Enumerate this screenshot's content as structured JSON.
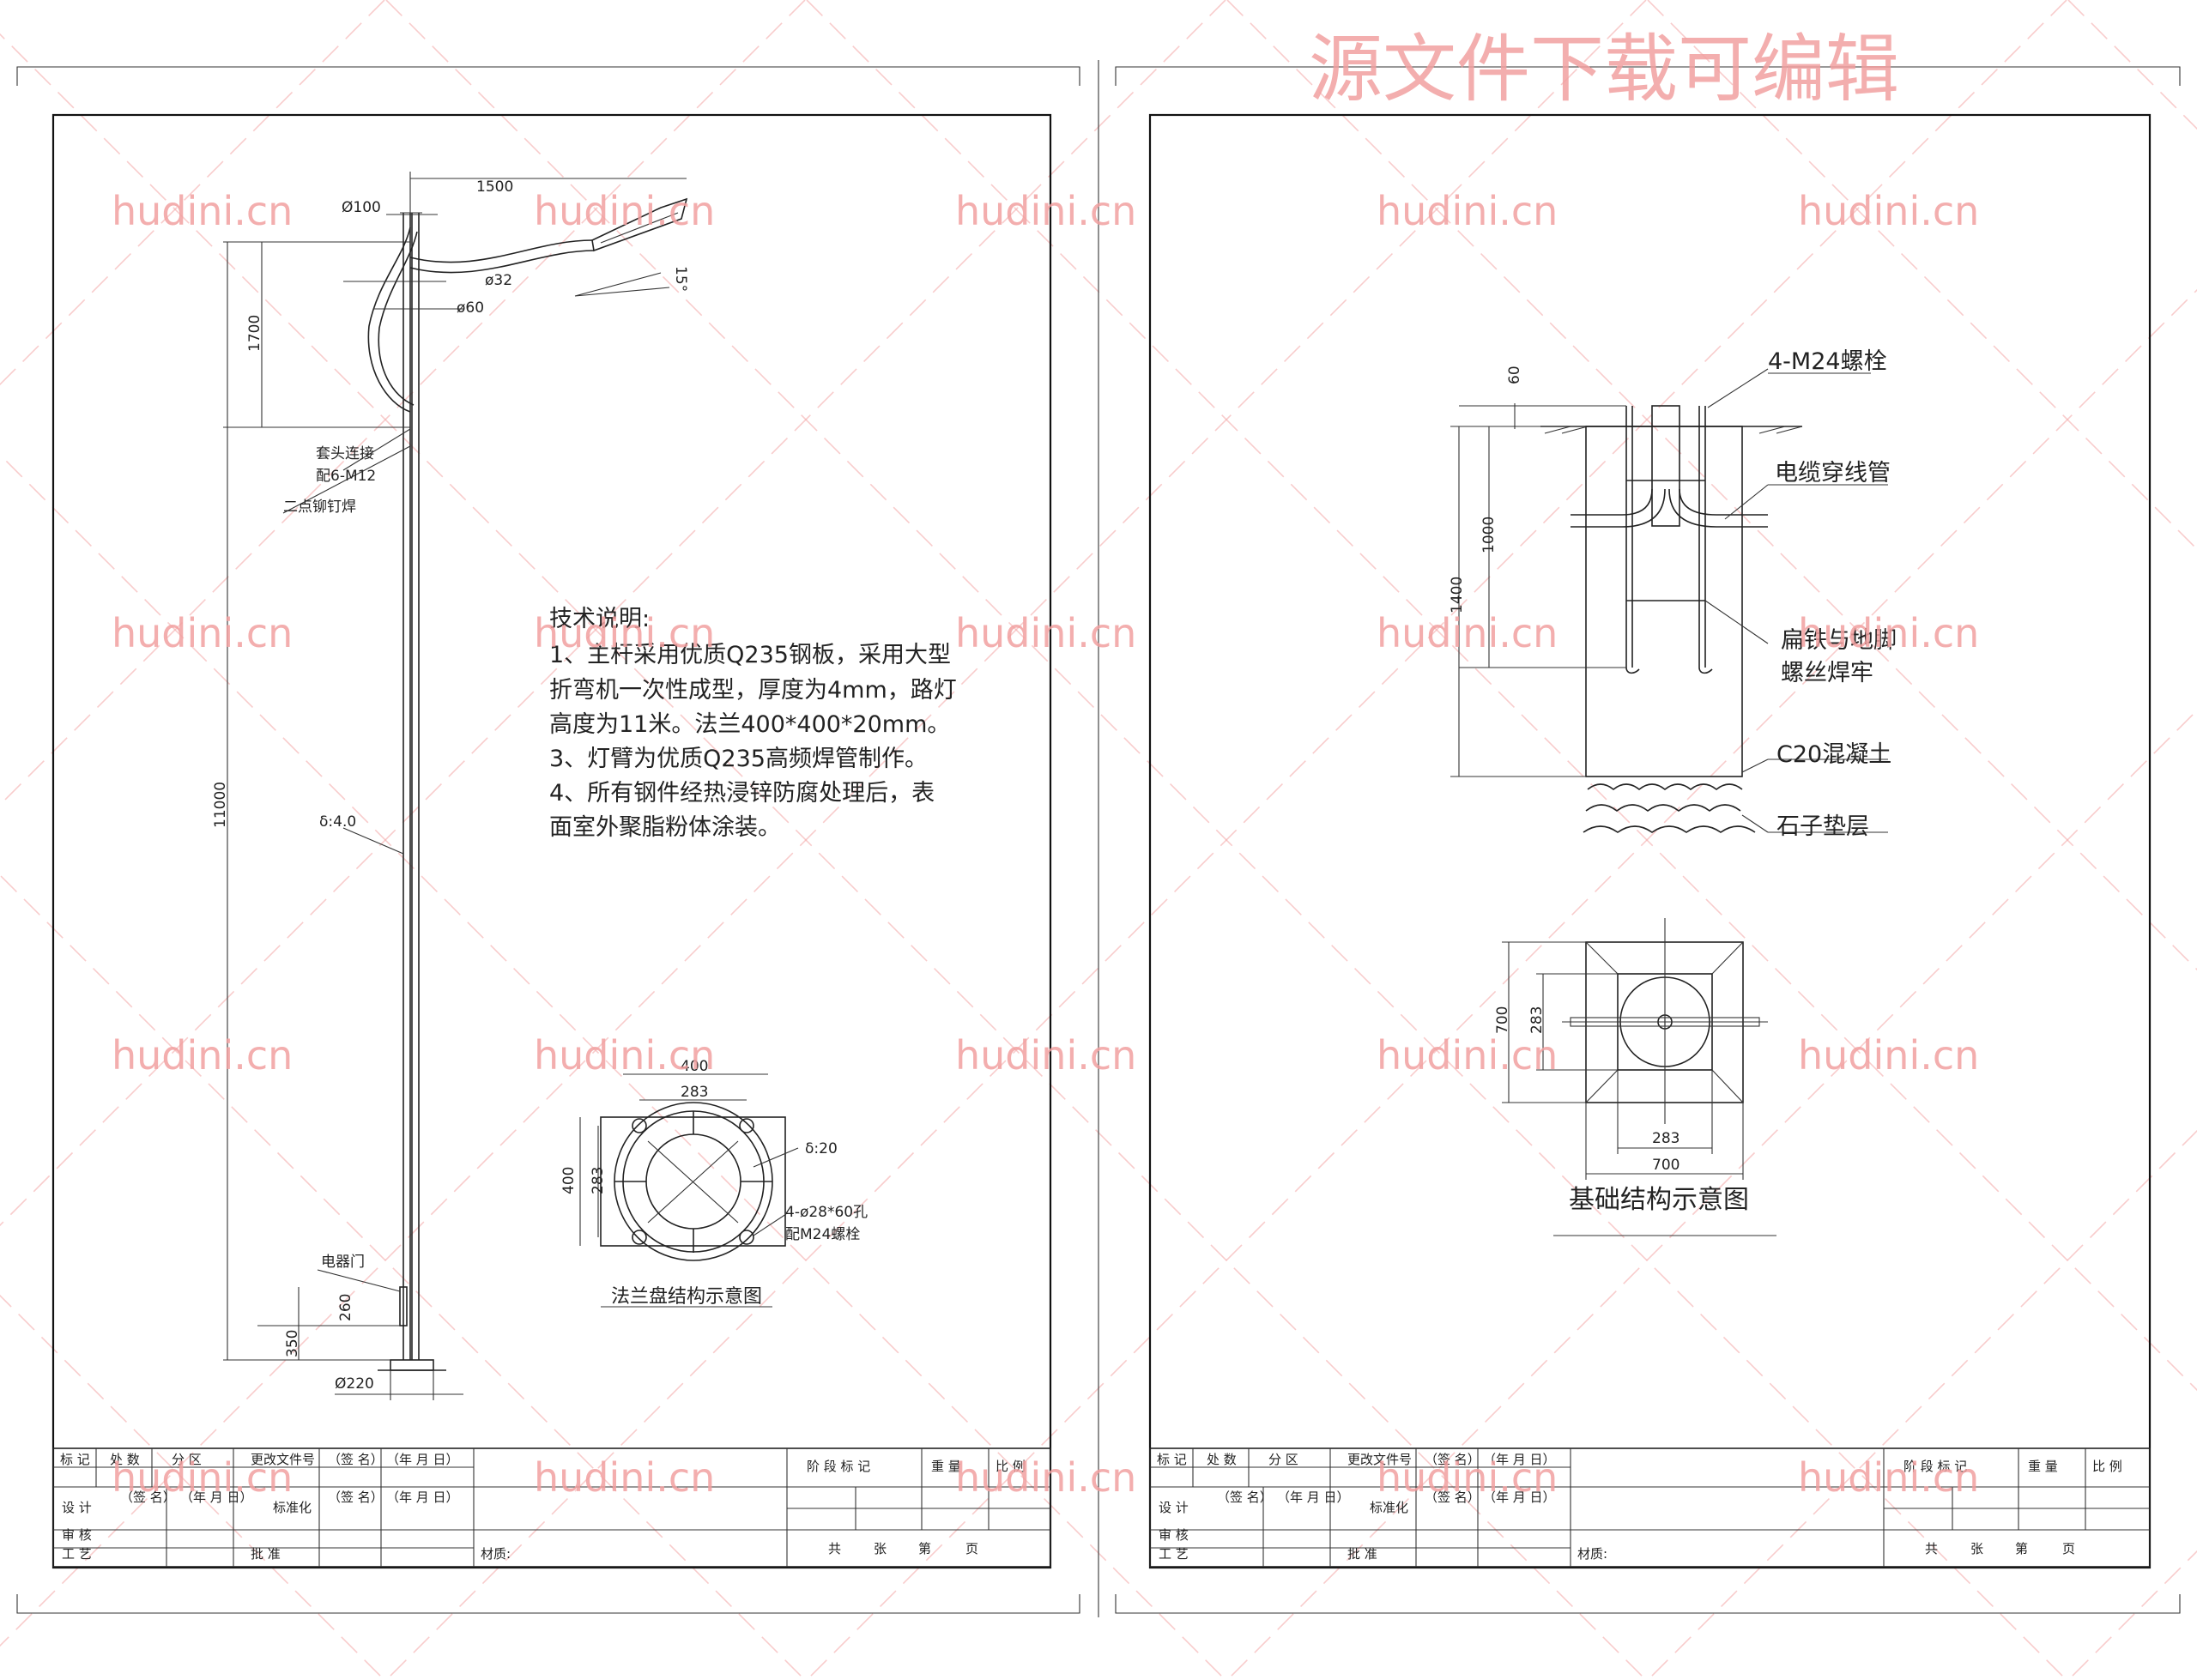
{
  "watermark": {
    "headline": "源文件下载可编辑",
    "site": "hudini.cn"
  },
  "left_sheet": {
    "pole_dims": {
      "arm_length": "1500",
      "top_dia": "Ø100",
      "phi32": "ø32",
      "phi60": "ø60",
      "angle": "15°",
      "arm_height": "1700",
      "total_height": "11000",
      "socket": "套头连接",
      "socket_bolts": "配6-M12",
      "rivet": "二点铆钉焊",
      "thickness": "δ:4.0",
      "door": "电器门",
      "door_h": "260",
      "base_h": "350",
      "base_dia": "Ø220"
    },
    "tech": {
      "title": "技术说明:",
      "lines": [
        "1、主杆采用优质Q235钢板，采用大型",
        "折弯机一次性成型，厚度为4mm，路灯",
        "高度为11米。法兰400*400*20mm。",
        "3、灯臂为优质Q235高频焊管制作。",
        "4、所有钢件经热浸锌防腐处理后，表",
        "面室外聚脂粉体涂装。"
      ]
    },
    "flange": {
      "w400": "400",
      "w283": "283",
      "h400": "400",
      "h283": "283",
      "thick": "δ:20",
      "holes": "4-ø28*60孔",
      "bolts": "配M24螺栓",
      "caption": "法兰盘结构示意图"
    }
  },
  "right_sheet": {
    "labels": {
      "bolts": "4-M24螺栓",
      "conduit": "电缆穿线管",
      "weld1": "扁铁与地脚",
      "weld2": "螺丝焊牢",
      "concrete": "C20混凝土",
      "gravel": "石子垫层",
      "d60": "60",
      "d1000": "1000",
      "d1400": "1400"
    },
    "plan": {
      "h700": "700",
      "h283": "283",
      "w283": "283",
      "w700": "700",
      "caption": "基础结构示意图"
    }
  },
  "title_block": {
    "r1": [
      "标 记",
      "处 数",
      "分 区",
      "更改文件号",
      "（签 名）",
      "（年 月 日）"
    ],
    "stage": "阶 段 标 记",
    "weight": "重 量",
    "scale": "比 例",
    "design": "设 计",
    "sig": "（签 名）",
    "date": "（年 月 日）",
    "std": "标准化",
    "review": "审 核",
    "craft": "工 艺",
    "approve": "批 准",
    "material": "材质:",
    "sheets": [
      "共",
      "张",
      "第",
      "页"
    ]
  }
}
